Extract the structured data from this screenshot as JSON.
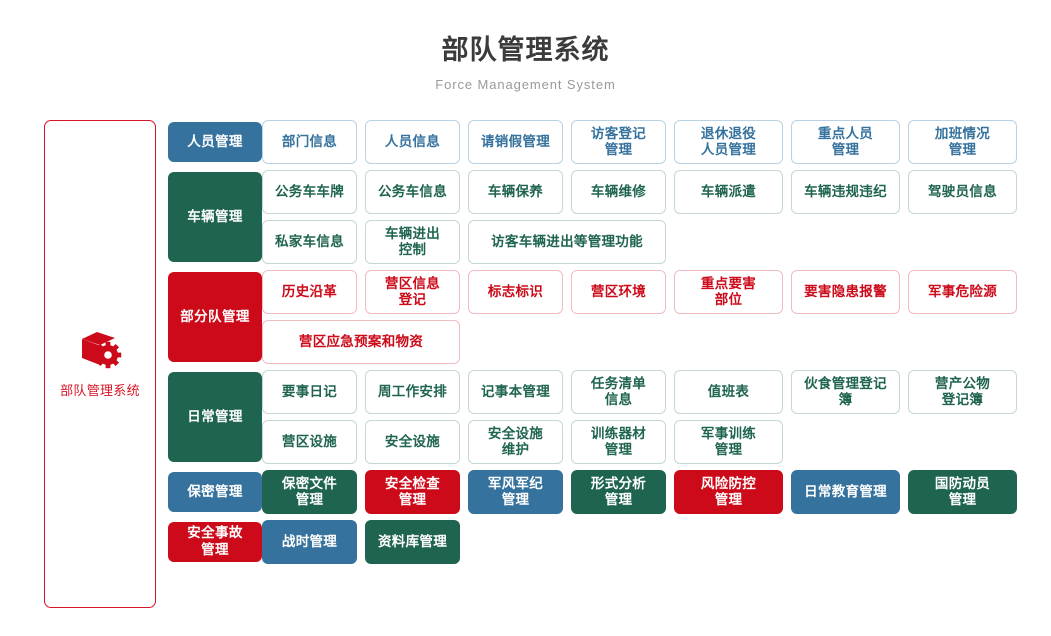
{
  "header": {
    "title": "部队管理系统",
    "subtitle": "Force Management System"
  },
  "brand": {
    "label": "部队管理系统",
    "icon": "box-gear-icon",
    "color": "#d81427"
  },
  "theme": {
    "blue": "#35729d",
    "green": "#1f6450",
    "red": "#cc0a1a",
    "outline_blue": "#b9d2e3",
    "outline_green": "#c3d8d0",
    "outline_red": "#f0bcc2"
  },
  "sections": [
    {
      "category": "人员管理",
      "category_style": "cat-blue",
      "rows": [
        [
          {
            "label": "部门信息",
            "style": "o-blue"
          },
          {
            "label": "人员信息",
            "style": "o-blue"
          },
          {
            "label": "请销假管理",
            "style": "o-blue"
          },
          {
            "label": "访客登记\n管理",
            "style": "o-blue"
          },
          {
            "label": "退休退役\n人员管理",
            "style": "o-blue",
            "size": "w-wide"
          },
          {
            "label": "重点人员\n管理",
            "style": "o-blue",
            "size": "w-wide"
          },
          {
            "label": "加班情况\n管理",
            "style": "o-blue",
            "size": "w-wide"
          }
        ]
      ]
    },
    {
      "category": "车辆管理",
      "category_style": "cat-green",
      "rows": [
        [
          {
            "label": "公务车车牌",
            "style": "o-green"
          },
          {
            "label": "公务车信息",
            "style": "o-green"
          },
          {
            "label": "车辆保养",
            "style": "o-green"
          },
          {
            "label": "车辆维修",
            "style": "o-green"
          },
          {
            "label": "车辆派遣",
            "style": "o-green",
            "size": "w-wide"
          },
          {
            "label": "车辆违规违纪",
            "style": "o-green",
            "size": "w-wide"
          },
          {
            "label": "驾驶员信息",
            "style": "o-green",
            "size": "w-wide"
          }
        ],
        [
          {
            "label": "私家车信息",
            "style": "o-green"
          },
          {
            "label": "车辆进出\n控制",
            "style": "o-green"
          },
          {
            "label": "访客车辆进出等管理功能",
            "style": "o-green",
            "size": "w2"
          }
        ]
      ]
    },
    {
      "category": "部分队管理",
      "category_style": "cat-red",
      "rows": [
        [
          {
            "label": "历史沿革",
            "style": "o-red"
          },
          {
            "label": "营区信息\n登记",
            "style": "o-red"
          },
          {
            "label": "标志标识",
            "style": "o-red"
          },
          {
            "label": "营区环境",
            "style": "o-red"
          },
          {
            "label": "重点要害\n部位",
            "style": "o-red",
            "size": "w-wide"
          },
          {
            "label": "要害隐患报警",
            "style": "o-red",
            "size": "w-wide"
          },
          {
            "label": "军事危险源",
            "style": "o-red",
            "size": "w-wide"
          }
        ],
        [
          {
            "label": "营区应急预案和物资",
            "style": "o-red",
            "size": "w2"
          }
        ]
      ]
    },
    {
      "category": "日常管理",
      "category_style": "cat-green",
      "rows": [
        [
          {
            "label": "要事日记",
            "style": "o-green"
          },
          {
            "label": "周工作安排",
            "style": "o-green"
          },
          {
            "label": "记事本管理",
            "style": "o-green"
          },
          {
            "label": "任务清单\n信息",
            "style": "o-green"
          },
          {
            "label": "值班表",
            "style": "o-green",
            "size": "w-wide"
          },
          {
            "label": "伙食管理登记簿",
            "style": "o-green",
            "size": "w-wide"
          },
          {
            "label": "营产公物\n登记簿",
            "style": "o-green",
            "size": "w-wide"
          }
        ],
        [
          {
            "label": "营区设施",
            "style": "o-green"
          },
          {
            "label": "安全设施",
            "style": "o-green"
          },
          {
            "label": "安全设施\n维护",
            "style": "o-green"
          },
          {
            "label": "训练器材\n管理",
            "style": "o-green"
          },
          {
            "label": "军事训练\n管理",
            "style": "o-green",
            "size": "w-wide"
          }
        ]
      ]
    },
    {
      "category": "保密管理",
      "category_style": "cat-blue",
      "rows": [
        [
          {
            "label": "保密文件\n管理",
            "style": "s-green"
          },
          {
            "label": "安全检查\n管理",
            "style": "s-red"
          },
          {
            "label": "军风军纪\n管理",
            "style": "s-blue"
          },
          {
            "label": "形式分析\n管理",
            "style": "s-green"
          },
          {
            "label": "风险防控\n管理",
            "style": "s-red",
            "size": "w-wide"
          },
          {
            "label": "日常教育管理",
            "style": "s-blue",
            "size": "w-wide"
          },
          {
            "label": "国防动员\n管理",
            "style": "s-green",
            "size": "w-wide"
          }
        ]
      ]
    },
    {
      "category": "安全事故\n管理",
      "category_style": "cat-red",
      "rows": [
        [
          {
            "label": "战时管理",
            "style": "s-blue"
          },
          {
            "label": "资料库管理",
            "style": "s-green"
          }
        ]
      ]
    }
  ]
}
